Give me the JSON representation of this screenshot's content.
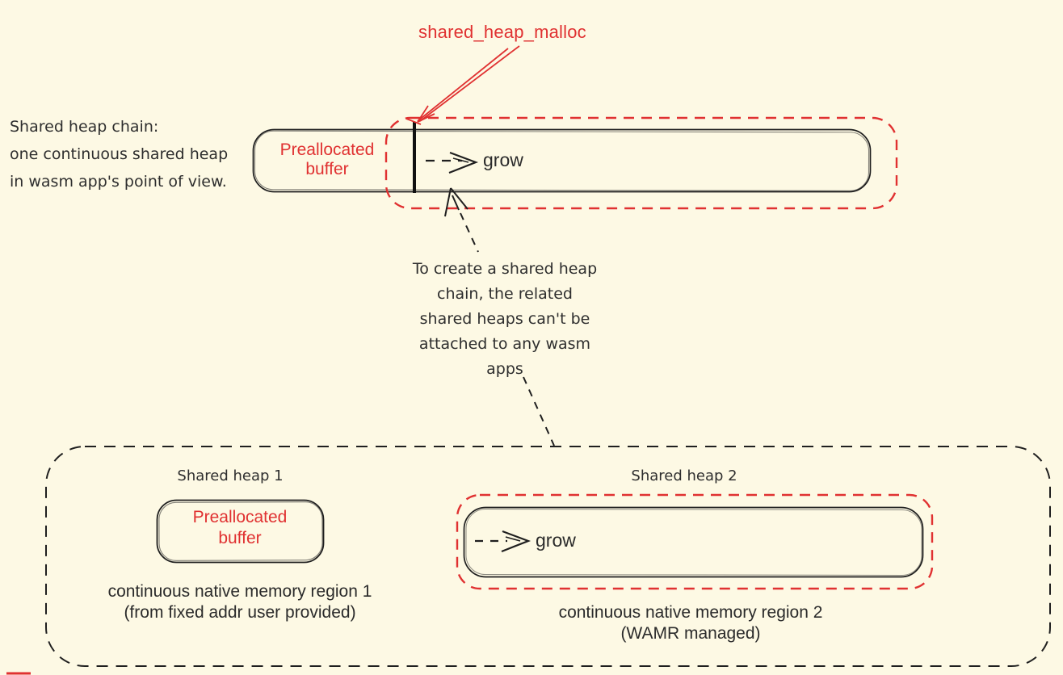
{
  "colors": {
    "background": "#fdf9e4",
    "ink": "#1f1f1f",
    "accent_red": "#e03131",
    "note_text": "#2e2e2e"
  },
  "top": {
    "malloc_label": "shared_heap_malloc"
  },
  "left_note": {
    "lines": [
      "Shared heap chain:",
      "one continuous shared heap",
      "in wasm app's point of view."
    ]
  },
  "chain_bar": {
    "prealloc_lines": [
      "Preallocated",
      "buffer"
    ],
    "grow_label": "grow"
  },
  "middle_note": {
    "lines": [
      "To create a shared heap",
      "chain, the related",
      "shared heaps can't be",
      "attached to any wasm",
      "apps"
    ]
  },
  "bottom": {
    "heap1": {
      "title": "Shared heap 1",
      "buffer_lines": [
        "Preallocated",
        "buffer"
      ],
      "caption_lines": [
        "continuous native memory region 1",
        "(from fixed addr user provided)"
      ]
    },
    "heap2": {
      "title": "Shared heap 2",
      "grow_label": "grow",
      "caption_lines": [
        "continuous native memory region 2",
        "(WAMR managed)"
      ]
    }
  }
}
